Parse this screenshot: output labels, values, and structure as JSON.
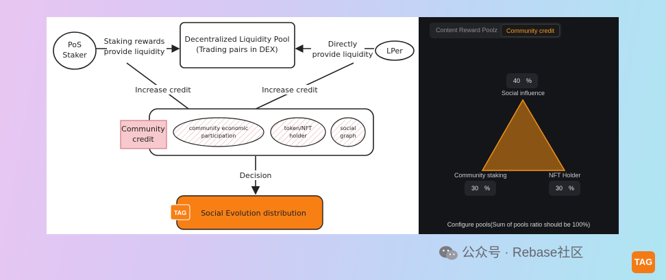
{
  "diagram": {
    "pos_staker": "PoS\nStaker",
    "staking_rewards_label": "Staking rewards\nprovide liquidity",
    "liquidity_pool": "Decentralized Liquidity Pool\n(Trading pairs in DEX)",
    "directly_label": "Directly\nprovide liquidity",
    "lper": "LPer",
    "increase_credit_left": "Increase credit",
    "increase_credit_right": "Increase credit",
    "community_credit": "Community\ncredit",
    "economic_participation": "community economic\nparticipation",
    "token_nft_holder": "token/NFT\nholder",
    "social_graph": "social\ngraph",
    "decision": "Decision",
    "tag_badge": "TAG",
    "social_evolution": "Social Evolution distribution",
    "colors": {
      "orange": "#f77f14",
      "pink_fill": "#f7c9cd",
      "pink_stroke": "#d9868f"
    }
  },
  "config": {
    "tabs": [
      "Content Reward Poolz",
      "Community credit"
    ],
    "active_tab": "Community credit",
    "social_influence": {
      "label": "Social influence",
      "value": "40",
      "unit": "%"
    },
    "community_staking": {
      "label": "Community staking",
      "value": "30",
      "unit": "%"
    },
    "nft_holder": {
      "label": "NFT Holder",
      "value": "30",
      "unit": "%"
    },
    "footer": "Configure pools(Sum of pools ratio should be 100%)",
    "colors": {
      "accent": "#f39a2a",
      "triangle_fill": "#8a5514",
      "triangle_stroke": "#f0911f"
    }
  },
  "watermark": {
    "text": "公众号 · Rebase社区",
    "icon": "wechat-icon",
    "badge": "TAG"
  }
}
